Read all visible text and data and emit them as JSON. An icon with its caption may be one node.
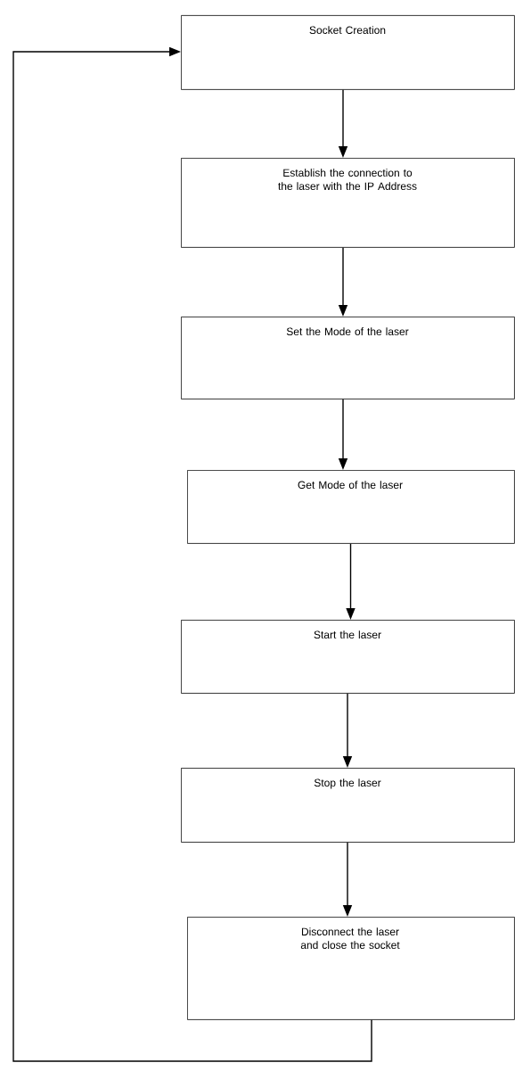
{
  "diagram": {
    "nodes": [
      {
        "text": [
          "Socket Creation"
        ]
      },
      {
        "text": [
          "Establish the connection to the laser with the IP Address"
        ]
      },
      {
        "text": [
          "Set the Mode of the laser"
        ]
      },
      {
        "text": [
          "Get Mode of the laser"
        ]
      },
      {
        "text": [
          "Start the laser"
        ]
      },
      {
        "text": [
          "Stop the laser"
        ]
      },
      {
        "text": [
          "Disconnect the laser and close the socket"
        ]
      }
    ],
    "edges": [
      {
        "from": 0,
        "to": 1,
        "arrow": "to"
      },
      {
        "from": 1,
        "to": 2,
        "arrow": "to"
      },
      {
        "from": 2,
        "to": 3,
        "arrow": "to"
      },
      {
        "from": 3,
        "to": 4,
        "arrow": "to"
      },
      {
        "from": 4,
        "to": 5,
        "arrow": "to"
      },
      {
        "from": 5,
        "to": 6,
        "arrow": "to"
      },
      {
        "from": 6,
        "to": 0,
        "arrow": "to"
      }
    ]
  }
}
